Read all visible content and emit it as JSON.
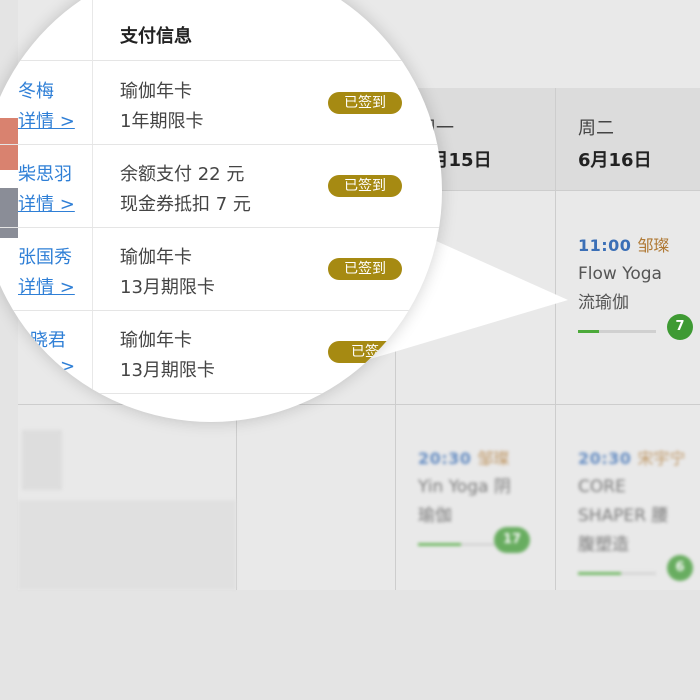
{
  "schedule": {
    "days": [
      {
        "name": "周一",
        "date": "6月15日"
      },
      {
        "name": "周二",
        "date": "6月16日"
      }
    ],
    "courses": [
      {
        "time": "11:00",
        "teacher": "邹璨",
        "title_lines": [
          "Flow Yoga",
          "流瑜伽"
        ],
        "count": "7",
        "progress": 0.27
      },
      {
        "time": "20:30",
        "teacher": "邹璨",
        "title_lines": [
          "Yin Yoga 阴",
          "瑜伽"
        ],
        "count": "17",
        "progress": 0.55
      },
      {
        "time": "20:30",
        "teacher": "宋宇宁",
        "title_lines": [
          "CORE",
          "SHAPER 腰",
          "腹塑造"
        ],
        "count": "6",
        "progress": 0.55
      }
    ]
  },
  "magnifier": {
    "header": "支付信息",
    "rows": [
      {
        "name": "冬梅",
        "detail": "详情 >",
        "pay_line1": "瑜伽年卡",
        "pay_line2": "1年期限卡",
        "status": "已签到"
      },
      {
        "name": "柴思羽",
        "detail": "详情 >",
        "pay_line1": "余额支付 22 元",
        "pay_line2": "现金券抵扣 7 元",
        "status": "已签到"
      },
      {
        "name": "张国秀",
        "detail": "详情 >",
        "pay_line1": "瑜伽年卡",
        "pay_line2": "13月期限卡",
        "status": "已签到"
      },
      {
        "name": "晓君",
        "detail": ">",
        "pay_line1": "瑜伽年卡",
        "pay_line2": "13月期限卡",
        "status": "已签"
      }
    ]
  },
  "colors": {
    "link": "#2f7fd6",
    "badge": "#a68a12",
    "count_badge": "#3e9a33",
    "time": "#3b6fb6",
    "teacher": "#b07a36"
  }
}
